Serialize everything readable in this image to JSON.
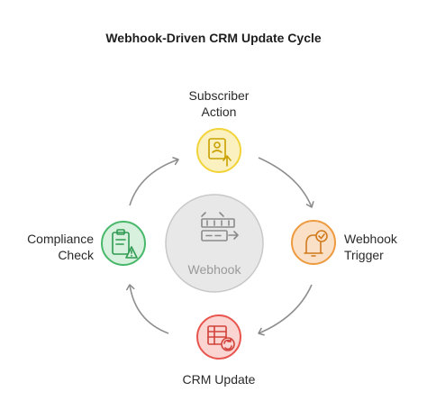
{
  "title": "Webhook-Driven CRM Update Cycle",
  "center": {
    "label": "Webhook",
    "icon": "webhook-code-icon"
  },
  "nodes": [
    {
      "id": "subscriber",
      "line1": "Subscriber",
      "line2": "Action",
      "icon": "user-upload-icon",
      "color": "#f2d43a",
      "fill": "#fbf0c0"
    },
    {
      "id": "trigger",
      "line1": "Webhook",
      "line2": "Trigger",
      "icon": "bell-check-icon",
      "color": "#ee9a3f",
      "fill": "#fbe0c8"
    },
    {
      "id": "crm",
      "line1": "CRM Update",
      "line2": "",
      "icon": "table-refresh-icon",
      "color": "#e8554e",
      "fill": "#fad5d2"
    },
    {
      "id": "compliance",
      "line1": "Compliance",
      "line2": "Check",
      "icon": "clipboard-warning-icon",
      "color": "#48b86a",
      "fill": "#d8f1de"
    }
  ]
}
